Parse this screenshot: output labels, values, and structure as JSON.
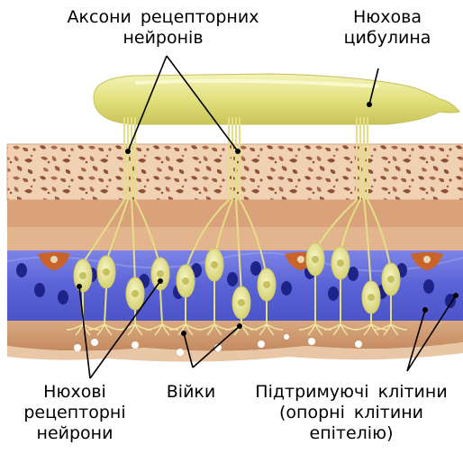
{
  "labels": {
    "axons": [
      "Аксони рецепторних",
      "нейронів"
    ],
    "bulb": [
      "Нюхова",
      "цибулина"
    ],
    "receptor_neurons": [
      "Нюхові",
      "рецепторні",
      "нейрони"
    ],
    "cilia": [
      "Війки"
    ],
    "support_cells": [
      "Підтримуючі клітини",
      "(опорні клітини",
      "епітелію)"
    ]
  },
  "colors": {
    "bulb": "#e8e88a",
    "nerve": "#e6e08a",
    "bone": "#efcaa8",
    "bone_pores": "#9a5a3c",
    "tissue_band": "#d8a079",
    "epithelium": "#5a63d6",
    "epithelium_light": "#8c93ec",
    "nucleus": "#1e2388",
    "mucus": "#c99269",
    "gland": "#c8632a"
  }
}
